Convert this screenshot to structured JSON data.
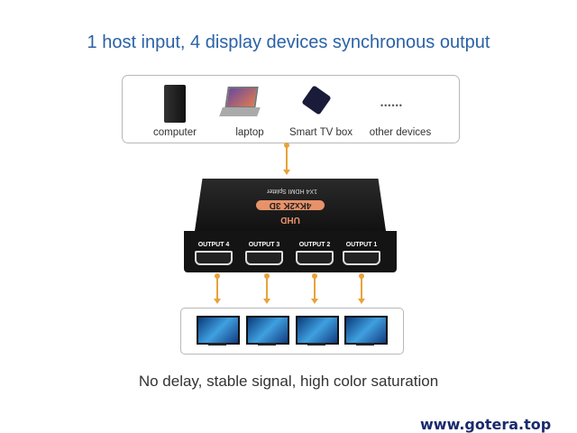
{
  "title": "1 host input, 4 display devices synchronous output",
  "sources": [
    {
      "label": "computer",
      "icon": "desktop-tower-icon"
    },
    {
      "label": "laptop",
      "icon": "laptop-icon"
    },
    {
      "label": "Smart TV box",
      "icon": "tv-box-icon"
    },
    {
      "label": "other devices",
      "icon": "ellipsis-icon"
    }
  ],
  "device": {
    "brand": "UHD",
    "spec": "4Kx2K 3D",
    "model": "1X4 HDMI Splitter",
    "ports": [
      "OUTPUT 4",
      "OUTPUT 3",
      "OUTPUT 2",
      "OUTPUT 1"
    ]
  },
  "caption": "No delay, stable signal, high color saturation",
  "watermark": "www.gotera.top",
  "colors": {
    "title": "#2a62a6",
    "arrow": "#e9a23b",
    "device_label": "#e8926a"
  }
}
